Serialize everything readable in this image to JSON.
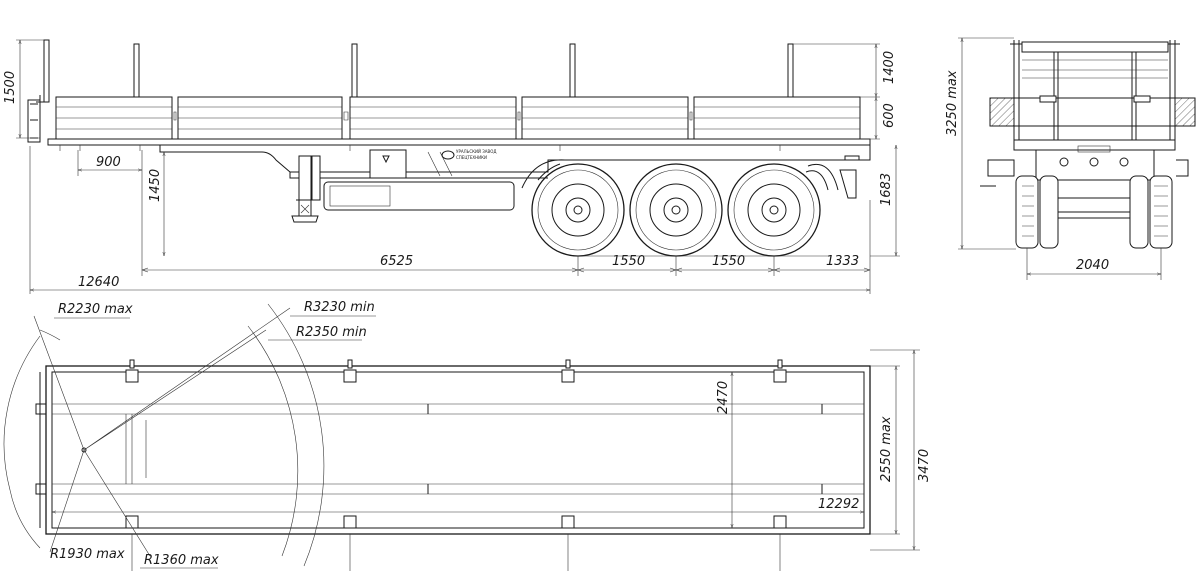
{
  "drawing": {
    "side_view": {
      "dims": {
        "stake_height": "1500",
        "kingpin_offset": "900",
        "fifth_wheel_height": "1450",
        "kingpin_to_axle": "6525",
        "axle_spacing_1": "1550",
        "axle_spacing_2": "1550",
        "rear_overhang": "1333",
        "total_length": "12640",
        "rear_stake": "1400",
        "side_board": "600",
        "platform_height": "1683"
      },
      "maker_plate": [
        "УРАЛЬСКИЙ ЗАВОД",
        "СПЕЦТЕХНИКИ"
      ]
    },
    "rear_view": {
      "dims": {
        "max_height": "3250 max",
        "track_width": "2040"
      }
    },
    "top_view": {
      "dims": {
        "front_swing_radius": "R2230 max",
        "outer_turning_radius": "R3230 min",
        "inner_turning_radius": "R2350 min",
        "corner_radius": "R1930 max",
        "kingpin_radius": "R1360 max",
        "inner_width": "2470",
        "max_width": "2550 max",
        "overall_width": "3470",
        "platform_length": "12292"
      }
    }
  }
}
